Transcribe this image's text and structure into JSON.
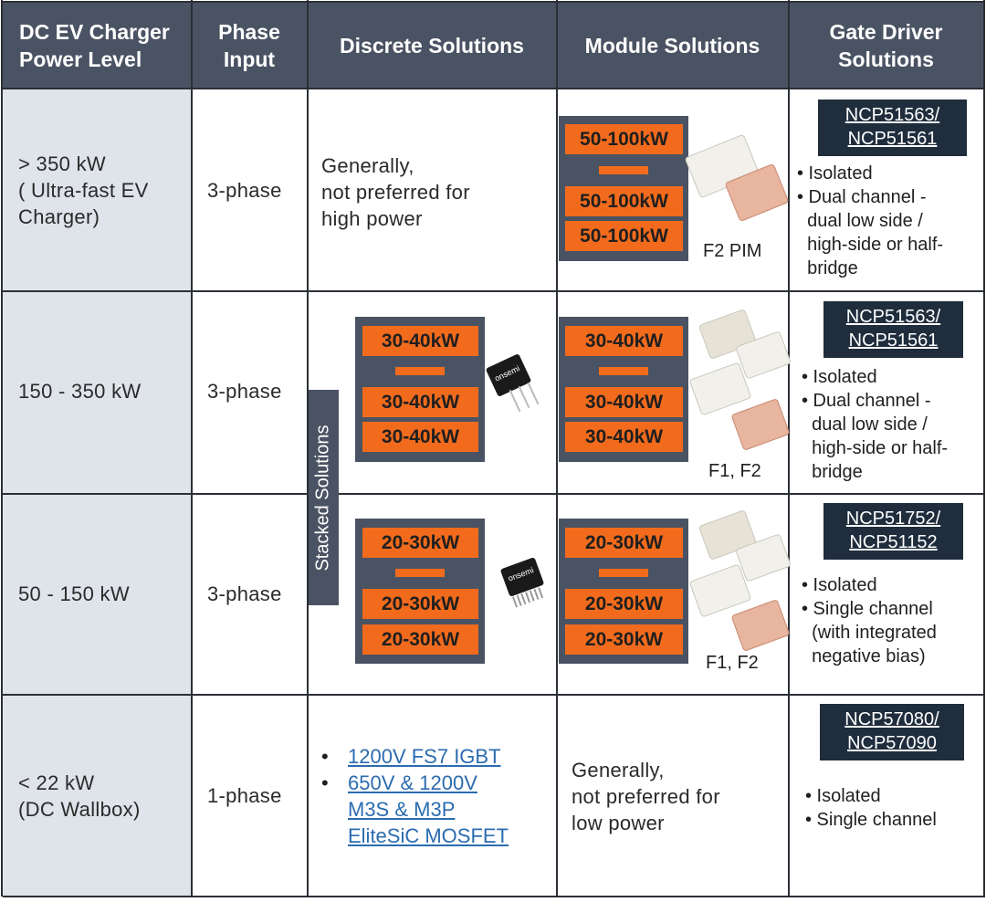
{
  "header": {
    "col1": [
      "DC EV Charger",
      "Power Level"
    ],
    "col2": [
      "Phase",
      "Input"
    ],
    "col3": "Discrete Solutions",
    "col4": "Module Solutions",
    "col5": [
      "Gate Driver",
      "Solutions"
    ]
  },
  "rows": [
    {
      "power": [
        "> 350 kW",
        "( Ultra-fast EV",
        "Charger)"
      ],
      "phase": "3-phase",
      "discrete_text": [
        "Generally,",
        "not preferred for",
        "high power"
      ],
      "module_pills": [
        "50-100kW",
        "50-100kW",
        "50-100kW"
      ],
      "module_caption": "F2 PIM",
      "driver_parts": [
        "NCP51563/",
        "NCP51561"
      ],
      "driver_bullets": [
        "• Isolated",
        "• Dual channel -",
        "  dual low side /",
        "  high-side or half-",
        "  bridge"
      ]
    },
    {
      "power": [
        "150 - 350 kW"
      ],
      "phase": "3-phase",
      "discrete_pills": [
        "30-40kW",
        "30-40kW",
        "30-40kW"
      ],
      "module_pills": [
        "30-40kW",
        "30-40kW",
        "30-40kW"
      ],
      "module_caption": "F1, F2",
      "driver_parts": [
        "NCP51563/",
        "NCP51561"
      ],
      "driver_bullets": [
        "• Isolated",
        "• Dual channel -",
        "  dual low side /",
        "  high-side or half-",
        "  bridge"
      ]
    },
    {
      "power": [
        "50 - 150 kW"
      ],
      "phase": "3-phase",
      "discrete_pills": [
        "20-30kW",
        "20-30kW",
        "20-30kW"
      ],
      "module_pills": [
        "20-30kW",
        "20-30kW",
        "20-30kW"
      ],
      "module_caption": "F1, F2",
      "driver_parts": [
        "NCP51752/",
        "NCP51152"
      ],
      "driver_bullets": [
        "• Isolated",
        "• Single channel",
        "  (with integrated",
        "  negative bias)"
      ]
    },
    {
      "power": [
        "< 22 kW",
        "(DC Wallbox)"
      ],
      "phase": "1-phase",
      "discrete_links": [
        [
          "1200V FS7 IGBT"
        ],
        [
          "650V & 1200V",
          "M3S & M3P",
          "EliteSiC MOSFET"
        ]
      ],
      "module_text": [
        "Generally,",
        "not preferred for",
        "low power"
      ],
      "driver_parts": [
        "NCP57080/",
        "NCP57090"
      ],
      "driver_bullets": [
        "• Isolated",
        "• Single channel"
      ]
    }
  ],
  "stacked_label": "Stacked Solutions",
  "brand_text": "onsemi",
  "colors": {
    "header_bg": "#4a5363",
    "pill": "#f26b1d",
    "part_bg": "#1f2d3d",
    "first_col": "#dfe3ea",
    "link": "#2b6cb0"
  }
}
